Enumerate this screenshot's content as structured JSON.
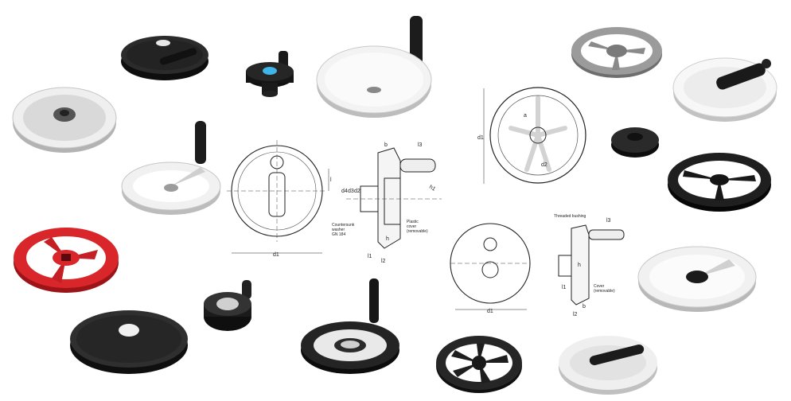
{
  "drawing_left": {
    "dims": {
      "b": "b",
      "l3": "l3",
      "d1": "d1",
      "d4": "d4",
      "d3": "d3",
      "d2": "d2",
      "h": "h",
      "l1": "l1",
      "l2": "l2",
      "l": "l",
      "h1": "h1"
    },
    "callouts": {
      "countersunk": "Countersunk",
      "washer": "washer",
      "gn184": "GN 184",
      "plastic": "Plastic",
      "cover": "cover",
      "removable": "(removable)"
    }
  },
  "drawing_center": {
    "dims": {
      "d1": "d1",
      "d2": "d2",
      "a": "a"
    }
  },
  "drawing_right": {
    "dims": {
      "l3": "l3",
      "d1": "d1",
      "b": "b",
      "l2": "l2",
      "l1": "l1",
      "h": "h"
    },
    "callouts": {
      "threaded": "Threaded bushing",
      "cover": "Cover",
      "removable": "(removable)"
    }
  },
  "colors": {
    "red_wheel": "#d8262b",
    "black": "#1a1a1a",
    "chrome": "#dcdcdc",
    "accent_blue": "#3fb4e6"
  }
}
